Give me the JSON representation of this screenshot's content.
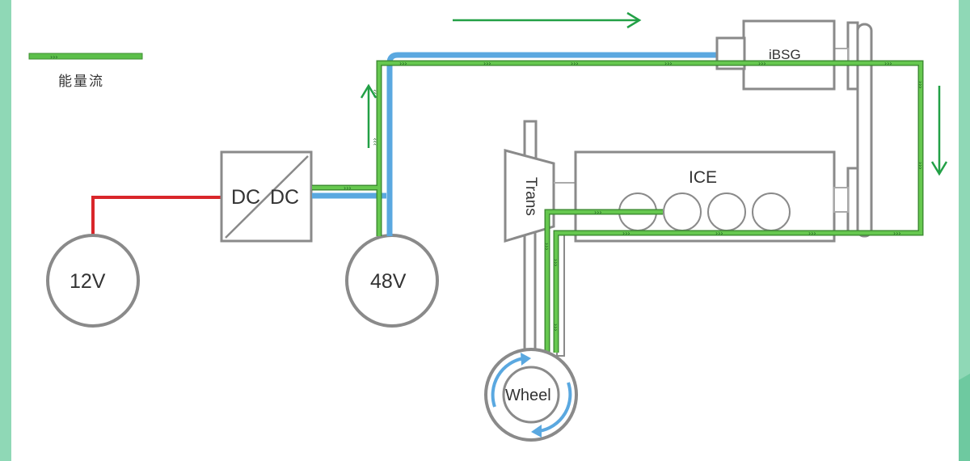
{
  "legend": {
    "label": "能量流"
  },
  "components": {
    "battery_12v": "12V",
    "battery_48v": "48V",
    "dcdc_left": "DC",
    "dcdc_right": "DC",
    "ibsg": "iBSG",
    "ice": "ICE",
    "trans": "Trans",
    "wheel": "Wheel"
  },
  "colors": {
    "energy_flow": "#5cbf4a",
    "energy_flow_dark": "#2e7d32",
    "electric_48v": "#5aa8e0",
    "electric_12v": "#d9262a",
    "arrow": "#22a046",
    "outline": "#8a8a8a",
    "side_band": "#8fd8b6"
  },
  "icons": {
    "flow_arrows": [
      "arrow-right-icon",
      "arrow-up-icon",
      "arrow-down-icon"
    ],
    "wheel_rotation": "rotate-arrows-icon"
  }
}
